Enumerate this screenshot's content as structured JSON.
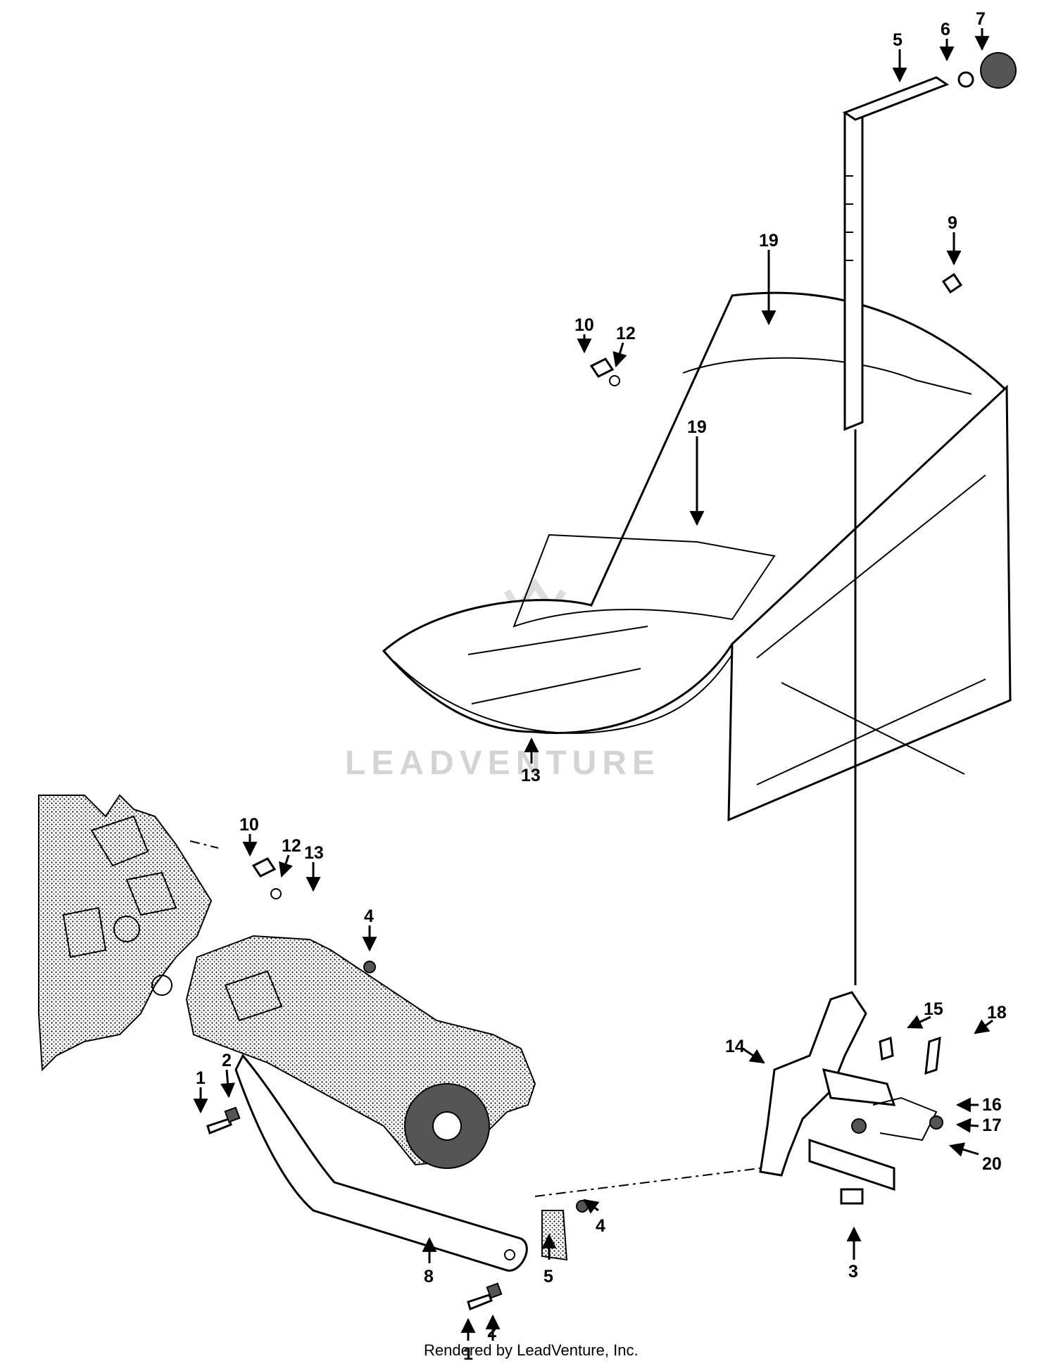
{
  "diagram": {
    "watermark_text": "LEADVENTURE",
    "footer_text": "Rendered by LeadVenture, Inc.",
    "callouts": [
      "1",
      "2",
      "3",
      "4",
      "5",
      "6",
      "7",
      "8",
      "9",
      "10",
      "12",
      "13",
      "14",
      "15",
      "16",
      "17",
      "18",
      "19",
      "20"
    ]
  }
}
